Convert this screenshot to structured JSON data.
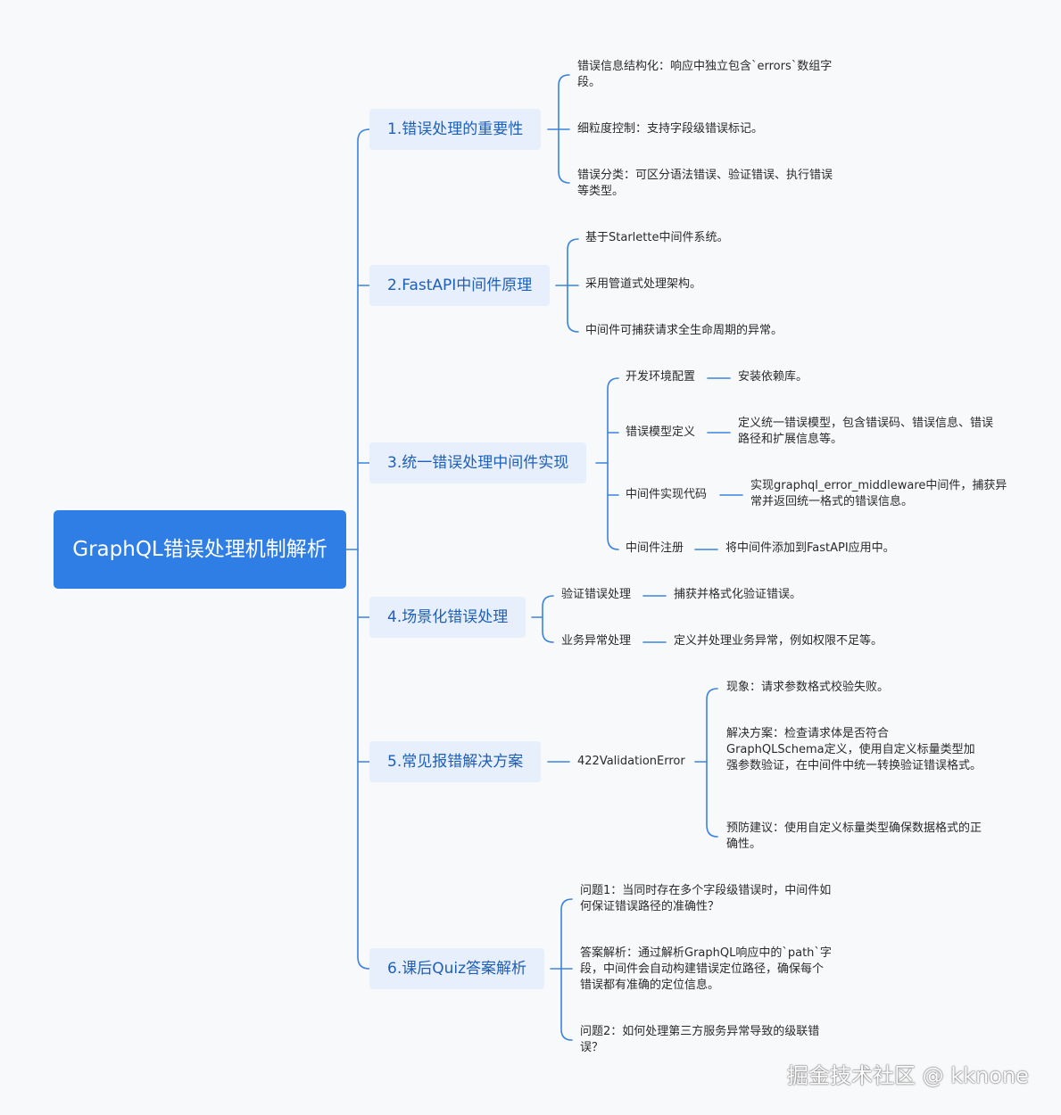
{
  "root": {
    "title": "GraphQL错误处理机制解析"
  },
  "branches": [
    {
      "label": "1.错误处理的重要性",
      "items": [
        "错误信息结构化：响应中独立包含`errors`数组字段。",
        "细粒度控制：支持字段级错误标记。",
        "错误分类：可区分语法错误、验证错误、执行错误等类型。"
      ]
    },
    {
      "label": "2.FastAPI中间件原理",
      "items": [
        "基于Starlette中间件系统。",
        "采用管道式处理架构。",
        "中间件可捕获请求全生命周期的异常。"
      ]
    },
    {
      "label": "3.统一错误处理中间件实现",
      "subs": [
        {
          "label": "开发环境配置",
          "detail": "安装依赖库。"
        },
        {
          "label": "错误模型定义",
          "detail": "定义统一错误模型，包含错误码、错误信息、错误路径和扩展信息等。"
        },
        {
          "label": "中间件实现代码",
          "detail": "实现graphql_error_middleware中间件，捕获异常并返回统一格式的错误信息。"
        },
        {
          "label": "中间件注册",
          "detail": "将中间件添加到FastAPI应用中。"
        }
      ]
    },
    {
      "label": "4.场景化错误处理",
      "subs": [
        {
          "label": "验证错误处理",
          "detail": "捕获并格式化验证错误。"
        },
        {
          "label": "业务异常处理",
          "detail": "定义并处理业务异常，例如权限不足等。"
        }
      ]
    },
    {
      "label": "5.常见报错解决方案",
      "sub": "422ValidationError",
      "items": [
        "现象：请求参数格式校验失败。",
        "解决方案：检查请求体是否符合GraphQLSchema定义，使用自定义标量类型加强参数验证，在中间件中统一转换验证错误格式。",
        "预防建议：使用自定义标量类型确保数据格式的正确性。"
      ]
    },
    {
      "label": "6.课后Quiz答案解析",
      "items": [
        "问题1：当同时存在多个字段级错误时，中间件如何保证错误路径的准确性？",
        "答案解析：通过解析GraphQL响应中的`path`字段，中间件会自动构建错误定位路径，确保每个错误都有准确的定位信息。",
        "问题2：如何处理第三方服务异常导致的级联错误？"
      ]
    }
  ],
  "watermark": "掘金技术社区 @ kknone"
}
